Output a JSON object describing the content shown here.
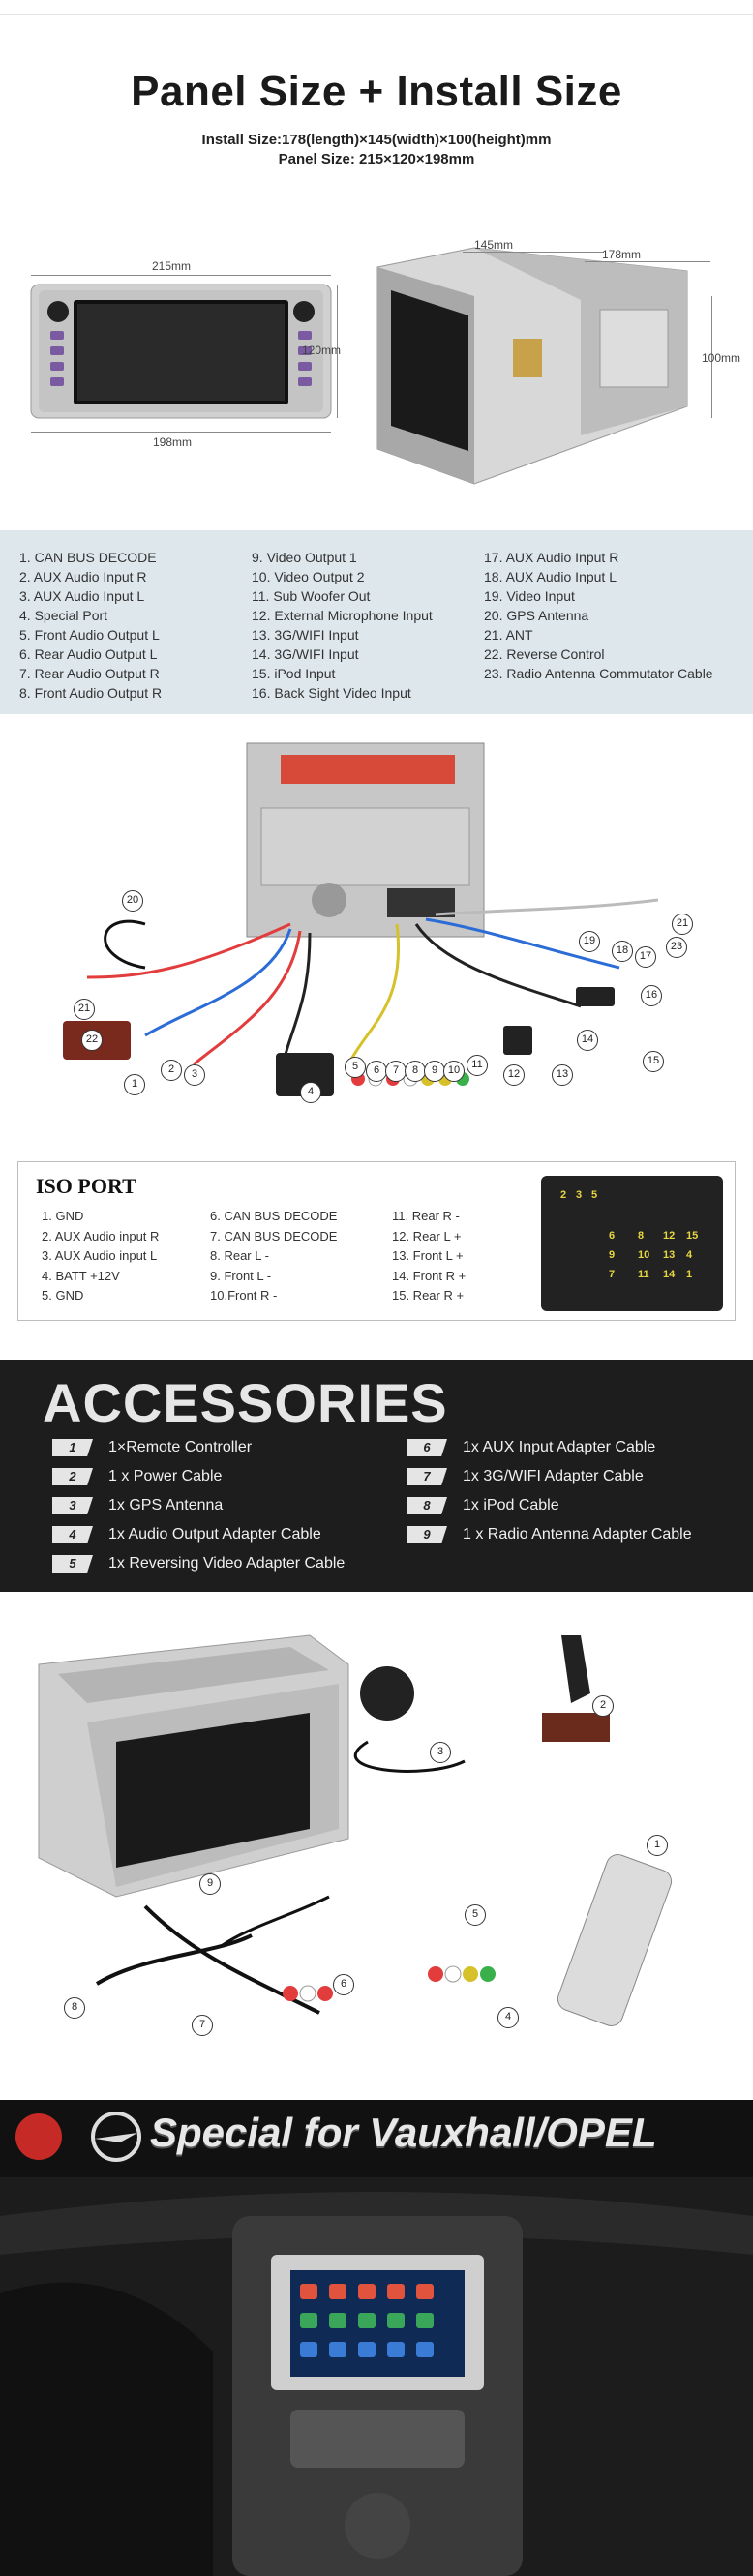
{
  "size": {
    "title": "Panel Size + Install Size",
    "install_size": "Install Size:178(length)×145(width)×100(height)mm",
    "panel_size": "Panel Size: 215×120×198mm",
    "dims": {
      "front_width": "215mm",
      "front_height": "120mm",
      "front_depth": "198mm",
      "side_width": "145mm",
      "side_length": "178mm",
      "side_height": "100mm"
    }
  },
  "ports": {
    "col1": [
      "1. CAN BUS DECODE",
      "2. AUX Audio Input R",
      "3. AUX Audio Input L",
      "4. Special Port",
      "5. Front Audio Output L",
      "6. Rear Audio Output L",
      "7. Rear Audio Output R",
      "8. Front Audio Output R"
    ],
    "col2": [
      "9. Video Output 1",
      "10. Video Output 2",
      "11. Sub Woofer Out",
      "12. External Microphone Input",
      "13. 3G/WIFI Input",
      "14. 3G/WIFI Input",
      "15. iPod Input",
      "16. Back Sight Video Input"
    ],
    "col3": [
      "17. AUX Audio Input R",
      "18. AUX Audio Input L",
      "19. Video Input",
      "20. GPS Antenna",
      "21. ANT",
      "22. Reverse Control",
      "23. Radio Antenna Commutator Cable"
    ]
  },
  "wiring_callouts": [
    "1",
    "2",
    "3",
    "4",
    "5",
    "6",
    "7",
    "8",
    "9",
    "10",
    "11",
    "12",
    "13",
    "14",
    "15",
    "16",
    "17",
    "18",
    "19",
    "20",
    "21",
    "22",
    "23"
  ],
  "iso": {
    "title": "ISO PORT",
    "col1": [
      "1. GND",
      "2. AUX Audio input R",
      "3. AUX Audio input L",
      "4. BATT +12V",
      "5. GND"
    ],
    "col2": [
      "6. CAN BUS DECODE",
      "7. CAN BUS DECODE",
      "8. Rear L -",
      "9. Front L -",
      "10.Front R -"
    ],
    "col3": [
      "11. Rear R -",
      "12. Rear L +",
      "13. Front L +",
      "14. Front R +",
      "15. Rear R +"
    ],
    "pins": [
      "1",
      "2",
      "3",
      "4",
      "5",
      "6",
      "7",
      "8",
      "9",
      "10",
      "11",
      "12",
      "13",
      "14",
      "15"
    ]
  },
  "accessories": {
    "title": "ACCESSORIES",
    "items": [
      {
        "num": "1",
        "label": "1×Remote Controller"
      },
      {
        "num": "2",
        "label": "1 x Power Cable"
      },
      {
        "num": "3",
        "label": "1x GPS Antenna"
      },
      {
        "num": "4",
        "label": "1x Audio Output Adapter Cable"
      },
      {
        "num": "5",
        "label": "1x Reversing Video Adapter Cable"
      },
      {
        "num": "6",
        "label": "1x AUX Input Adapter Cable"
      },
      {
        "num": "7",
        "label": "1x 3G/WIFI Adapter Cable"
      },
      {
        "num": "8",
        "label": "1x iPod Cable"
      },
      {
        "num": "9",
        "label": "1 x Radio Antenna Adapter Cable"
      }
    ]
  },
  "product_callouts": [
    "1",
    "2",
    "3",
    "4",
    "5",
    "6",
    "7",
    "8",
    "9"
  ],
  "opel": {
    "title": "Special for Vauxhall/OPEL"
  },
  "colors": {
    "accent": "#dde7ec",
    "dark": "#1d1d1d",
    "silver": "#c9c9c9"
  }
}
